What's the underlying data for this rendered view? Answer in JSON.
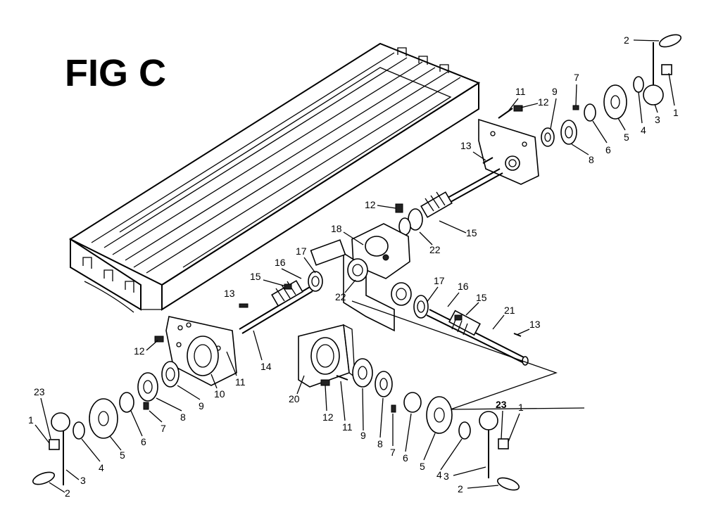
{
  "figure": {
    "title": "FIG C"
  },
  "callouts": {
    "tr": [
      "2",
      "11",
      "12",
      "9",
      "7",
      "1",
      "3",
      "4",
      "5",
      "6",
      "8",
      "13",
      "12",
      "15",
      "22"
    ],
    "center": [
      "18",
      "17",
      "16",
      "15",
      "13",
      "14",
      "22",
      "17",
      "16",
      "15",
      "21",
      "13"
    ],
    "left": [
      "12",
      "11",
      "10",
      "9",
      "8",
      "7",
      "6",
      "5",
      "4",
      "23",
      "1",
      "3",
      "2"
    ],
    "bottom": [
      "20",
      "12",
      "11",
      "9",
      "8",
      "7",
      "6",
      "5",
      "4",
      "23",
      "1",
      "3",
      "2"
    ]
  }
}
